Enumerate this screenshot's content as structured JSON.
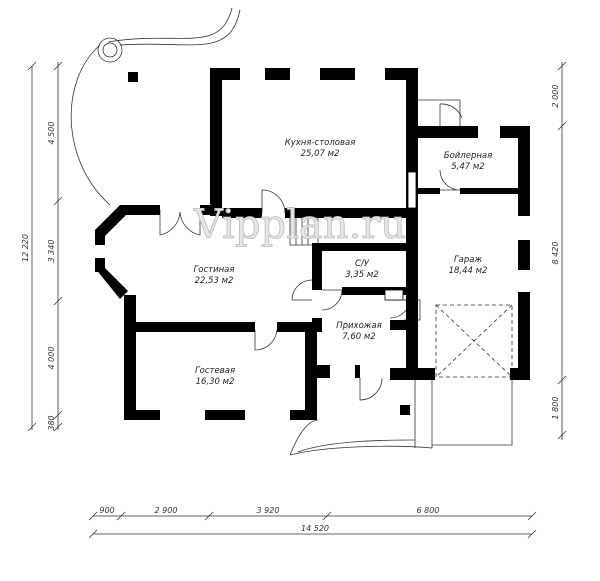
{
  "watermark": "Vipplan.ru",
  "rooms": [
    {
      "name": "Кухня-столовая",
      "area": "25,07 м2"
    },
    {
      "name": "Бойлерная",
      "area": "5,47 м2"
    },
    {
      "name": "Гостиная",
      "area": "22,53 м2"
    },
    {
      "name": "С/У",
      "area": "3,35 м2"
    },
    {
      "name": "Гараж",
      "area": "18,44 м2"
    },
    {
      "name": "Прихожая",
      "area": "7,60 м2"
    },
    {
      "name": "Гостевая",
      "area": "16,30 м2"
    }
  ],
  "dimensions": {
    "left_total": "12 220",
    "left": [
      "4 500",
      "3 340",
      "4 000",
      "380"
    ],
    "right": [
      "2 000",
      "8 420",
      "1 800"
    ],
    "bottom": [
      "900",
      "2 900",
      "3 920",
      "6 800"
    ],
    "bottom_total": "14 520"
  },
  "colors": {
    "wall": "#000000",
    "line": "#333333"
  }
}
